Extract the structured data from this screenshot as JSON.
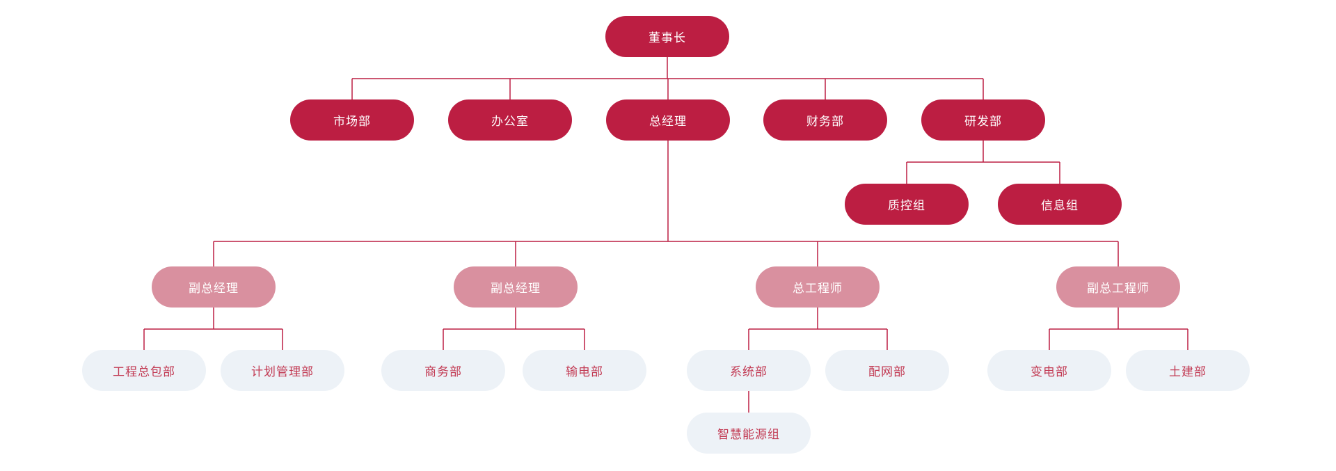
{
  "colors": {
    "primary_node_bg": "#BC1E42",
    "primary_node_text": "#FFFFFF",
    "secondary_node_bg": "#D9909F",
    "secondary_node_text": "#FFFFFF",
    "leaf_node_bg": "#EDF2F7",
    "leaf_node_text": "#C23A53",
    "connector_line": "#BC1E42",
    "background": "#FFFFFF"
  },
  "tree": {
    "label": "董事长",
    "children": [
      {
        "label": "市场部"
      },
      {
        "label": "办公室"
      },
      {
        "label": "总经理",
        "children": [
          {
            "label": "副总经理",
            "children": [
              {
                "label": "工程总包部"
              },
              {
                "label": "计划管理部"
              }
            ]
          },
          {
            "label": "副总经理",
            "children": [
              {
                "label": "商务部"
              },
              {
                "label": "输电部"
              }
            ]
          },
          {
            "label": "总工程师",
            "children": [
              {
                "label": "系统部",
                "children": [
                  {
                    "label": "智慧能源组"
                  }
                ]
              },
              {
                "label": "配网部"
              }
            ]
          },
          {
            "label": "副总工程师",
            "children": [
              {
                "label": "变电部"
              },
              {
                "label": "土建部"
              }
            ]
          }
        ]
      },
      {
        "label": "财务部"
      },
      {
        "label": "研发部",
        "children": [
          {
            "label": "质控组"
          },
          {
            "label": "信息组"
          }
        ]
      }
    ]
  }
}
